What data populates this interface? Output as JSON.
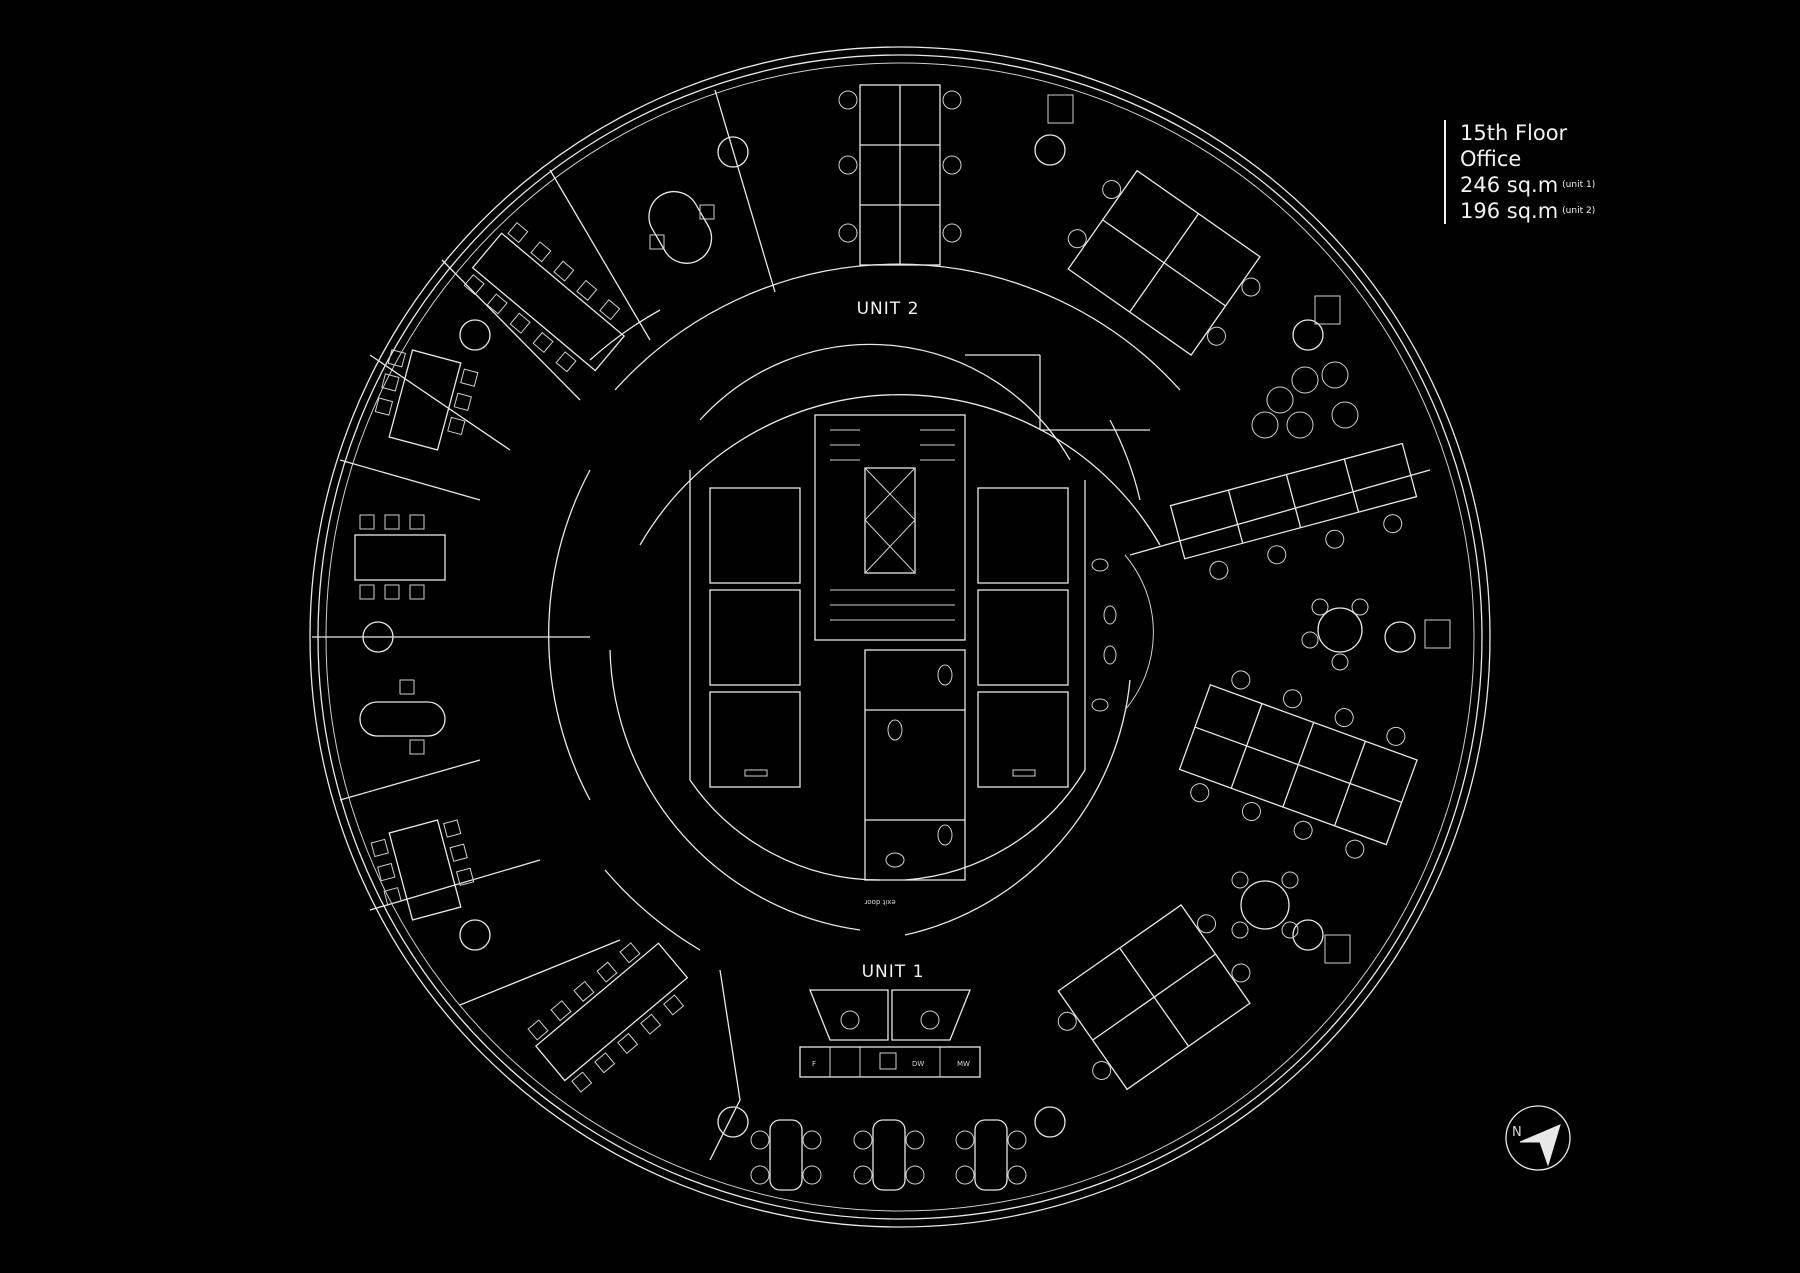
{
  "info": {
    "floor": "15th Floor",
    "use": "Office",
    "area1": {
      "value": "246 sq.m",
      "note": "(unit 1)"
    },
    "area2": {
      "value": "196 sq.m",
      "note": "(unit 2)"
    }
  },
  "labels": {
    "unit2": "UNIT 2",
    "unit1": "UNIT 1",
    "exit_door": "exit door",
    "fridge": "F",
    "dishwasher": "DW",
    "microwave": "MW",
    "north": "N"
  },
  "colors": {
    "background": "#000000",
    "lines": "#e8e8e8"
  }
}
